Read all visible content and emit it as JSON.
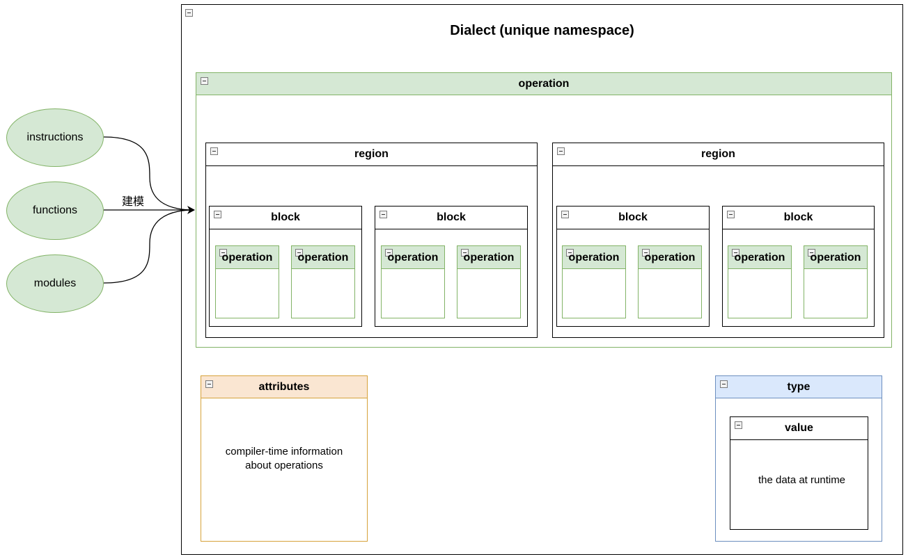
{
  "dialect": {
    "title": "Dialect (unique namespace)"
  },
  "outer_operation": {
    "title": "operation"
  },
  "regions": [
    {
      "title": "region",
      "blocks": [
        {
          "title": "block",
          "operations": [
            "operation",
            "operation"
          ]
        },
        {
          "title": "block",
          "operations": [
            "operation",
            "operation"
          ]
        }
      ]
    },
    {
      "title": "region",
      "blocks": [
        {
          "title": "block",
          "operations": [
            "operation",
            "operation"
          ]
        },
        {
          "title": "block",
          "operations": [
            "operation",
            "operation"
          ]
        }
      ]
    }
  ],
  "inputs": [
    "instructions",
    "functions",
    "modules"
  ],
  "edge_label": "建模",
  "attributes": {
    "title": "attributes",
    "body_line1": "compiler-time information",
    "body_line2": "about operations"
  },
  "type": {
    "title": "type"
  },
  "value": {
    "title": "value",
    "body": "the data at runtime"
  },
  "colors": {
    "green_fill": "#d5e8d4",
    "green_stroke": "#82b366",
    "orange_fill": "#fae6d2",
    "orange_stroke": "#d6a23a",
    "blue_fill": "#dae8fc",
    "blue_stroke": "#6c8ebf"
  }
}
